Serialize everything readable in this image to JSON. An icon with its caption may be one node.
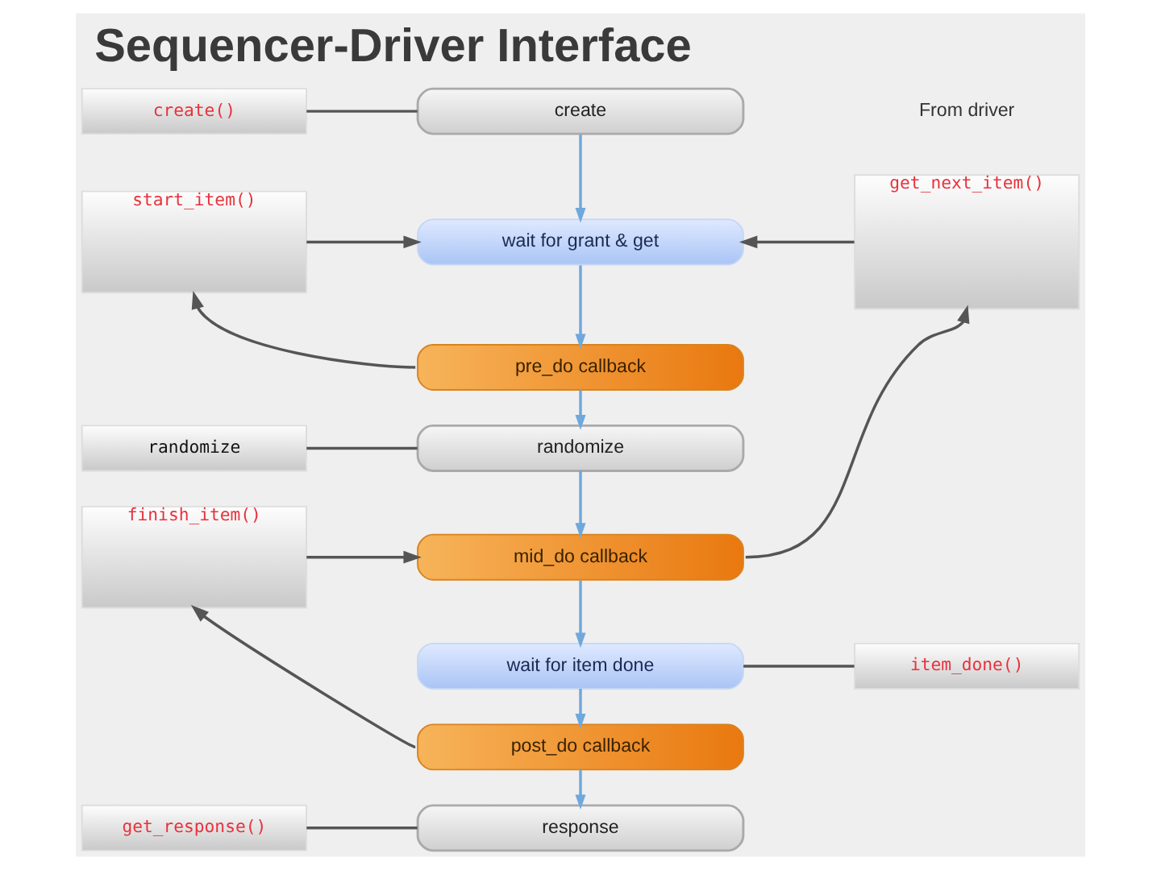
{
  "diagram": {
    "title": "Sequencer-Driver Interface",
    "nodes": [
      {
        "text": [
          "create()"
        ]
      },
      {
        "text": [
          "start_item()"
        ]
      },
      {
        "text": [
          "randomize"
        ]
      },
      {
        "text": [
          "finish_item()"
        ]
      },
      {
        "text": [
          "get_response()"
        ]
      },
      {
        "text": [
          "create"
        ]
      },
      {
        "text": [
          "wait for grant & get"
        ]
      },
      {
        "text": [
          "pre_do callback"
        ]
      },
      {
        "text": [
          "randomize"
        ]
      },
      {
        "text": [
          "mid_do callback"
        ]
      },
      {
        "text": [
          "wait for item done"
        ]
      },
      {
        "text": [
          "post_do callback"
        ]
      },
      {
        "text": [
          "response"
        ]
      },
      {
        "text": [
          "get_next_item()"
        ]
      },
      {
        "text": [
          "item_done()"
        ]
      }
    ],
    "edges": [
      {
        "from": 0,
        "to": 5,
        "arrow": "none"
      },
      {
        "from": 5,
        "to": 6,
        "arrow": "to",
        "color": "#6fa8dc"
      },
      {
        "from": 1,
        "to": 6,
        "arrow": "to"
      },
      {
        "from": 13,
        "to": 6,
        "arrow": "to"
      },
      {
        "from": 6,
        "to": 7,
        "arrow": "to",
        "color": "#6fa8dc"
      },
      {
        "from": 7,
        "to": 1,
        "arrow": "to"
      },
      {
        "from": 7,
        "to": 8,
        "arrow": "to",
        "color": "#6fa8dc"
      },
      {
        "from": 2,
        "to": 8,
        "arrow": "none"
      },
      {
        "from": 8,
        "to": 9,
        "arrow": "to",
        "color": "#6fa8dc"
      },
      {
        "from": 3,
        "to": 9,
        "arrow": "to"
      },
      {
        "from": 9,
        "to": 13,
        "arrow": "to"
      },
      {
        "from": 9,
        "to": 10,
        "arrow": "to",
        "color": "#6fa8dc"
      },
      {
        "from": 14,
        "to": 10,
        "arrow": "none"
      },
      {
        "from": 10,
        "to": 11,
        "arrow": "to",
        "color": "#6fa8dc"
      },
      {
        "from": 11,
        "to": 3,
        "arrow": "to"
      },
      {
        "from": 11,
        "to": 12,
        "arrow": "to",
        "color": "#6fa8dc"
      },
      {
        "from": 4,
        "to": 12,
        "arrow": "none"
      }
    ],
    "labels": [
      "From driver"
    ]
  }
}
